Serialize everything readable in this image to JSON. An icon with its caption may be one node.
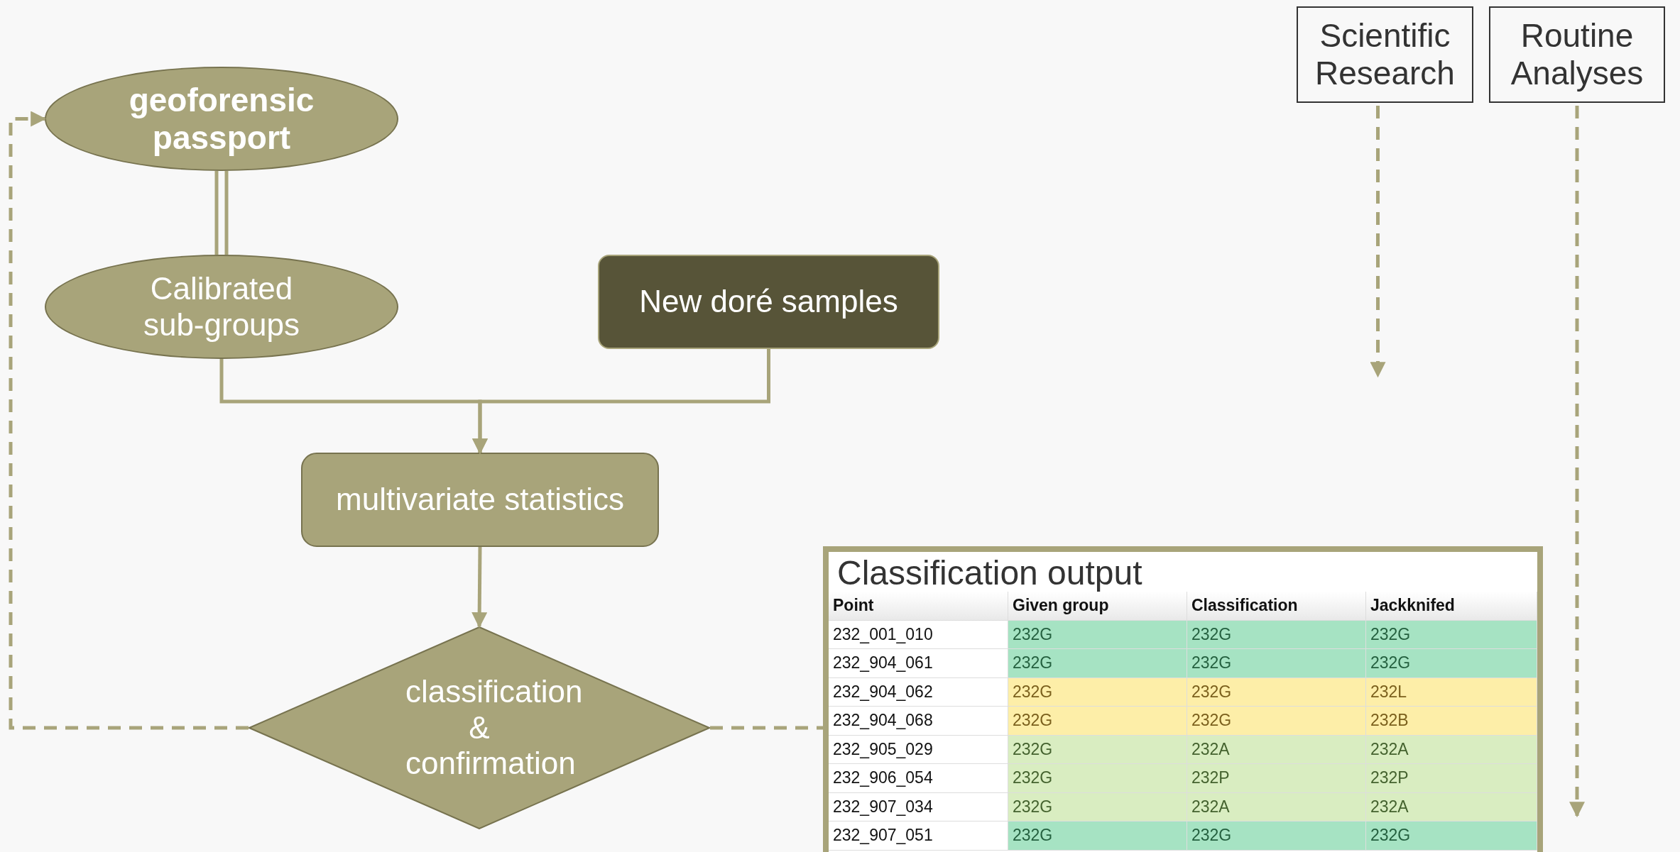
{
  "diagram": {
    "nodes": [
      {
        "text": [
          "geoforensic passport"
        ]
      },
      {
        "text": [
          "Calibrated sub-groups"
        ]
      },
      {
        "text": [
          "New doré samples"
        ]
      },
      {
        "text": [
          "multivariate statistics"
        ]
      },
      {
        "text": [
          "classification & confirmation"
        ]
      },
      {
        "text": [
          "Classification output"
        ]
      },
      {
        "text": [
          "Scientific Research"
        ]
      },
      {
        "text": [
          "Routine Analyses"
        ]
      }
    ],
    "edges": [
      {
        "from": 0,
        "to": 1,
        "arrow": "none"
      },
      {
        "from": 1,
        "to": 3,
        "arrow": "to"
      },
      {
        "from": 2,
        "to": 3,
        "arrow": "to"
      },
      {
        "from": 3,
        "to": 4,
        "arrow": "to"
      },
      {
        "from": 4,
        "to": 0,
        "arrow": "to",
        "style": "dashed"
      },
      {
        "from": 4,
        "to": 5,
        "arrow": "none",
        "style": "dashed"
      },
      {
        "from": 6,
        "to": null,
        "arrow": "to",
        "style": "dashed"
      },
      {
        "from": 7,
        "to": 5,
        "arrow": "to",
        "style": "dashed"
      }
    ],
    "labels": [
      "Point",
      "Given group",
      "Classification",
      "Jackknifed",
      "232_001_010",
      "232G",
      "232G",
      "232G",
      "232_904_061",
      "232G",
      "232G",
      "232G",
      "232_904_062",
      "232G",
      "232G",
      "232L",
      "232_904_068",
      "232G",
      "232G",
      "232B",
      "232_905_029",
      "232G",
      "232A",
      "232A",
      "232_906_054",
      "232G",
      "232P",
      "232P",
      "232_907_034",
      "232G",
      "232A",
      "232A",
      "232_907_051",
      "232G",
      "232G",
      "232G"
    ]
  }
}
